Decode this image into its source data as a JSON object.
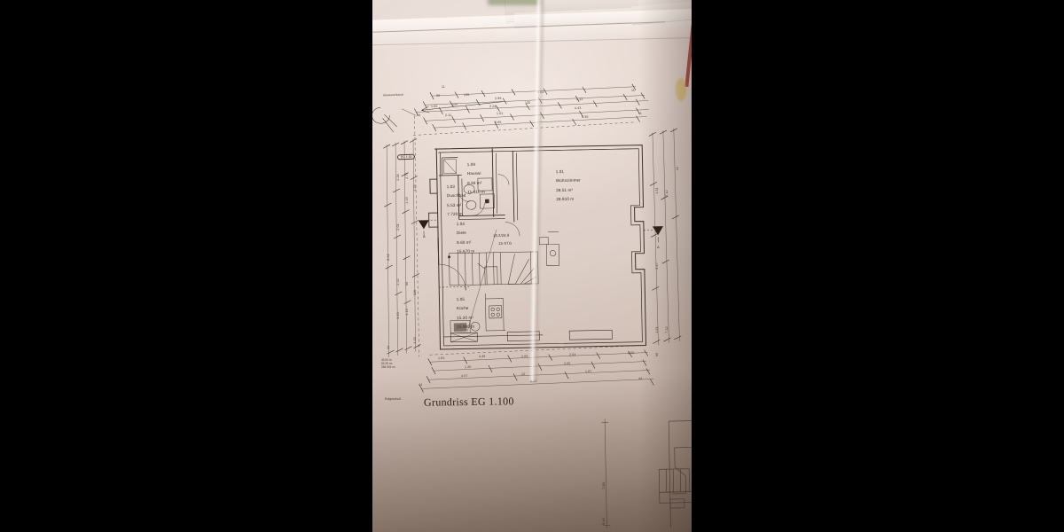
{
  "document": {
    "title": "Grundriss EG 1.100",
    "kind": "architectural-floor-plan-photo",
    "language": "de"
  },
  "annotations": {
    "sewer_label": "Abwasserkanal",
    "level_badge": "EG 1.00",
    "section_mark_left": "A",
    "section_mark_right": "A",
    "stair_note_ratio": "18.3/24.9",
    "stair_note_count": "15 STG",
    "bottom_left_block": [
      "40.00 m",
      "94.25 m²",
      "284.901 m²"
    ],
    "bottom_left_caption": "Erdgeschoß"
  },
  "rooms": [
    {
      "number": "1.01",
      "name": "Wohnzimmer",
      "area": "38.51 m²",
      "perimeter": "28.810 m"
    },
    {
      "number": "1.03",
      "name": "Duschbad",
      "area": "5.53 m²",
      "perimeter": "7.720 m"
    },
    {
      "number": "1.04",
      "name": "Diele",
      "area": "8.60 m²",
      "perimeter": "15.670 m"
    },
    {
      "number": "1.05",
      "name": "Küche",
      "area": "15.20 m²",
      "perimeter": "15.900 m"
    },
    {
      "number": "1.09",
      "name": "Hauswi",
      "area": "6.94 m²",
      "perimeter": "11.410 m"
    }
  ],
  "dimensions": {
    "top_chain_1": [
      "11"
    ],
    "top_chain_2": [
      "90",
      "135",
      "2.99",
      "8.62",
      "11"
    ],
    "top_chain_3": [
      "1.65",
      "125",
      "2.24",
      "125",
      "4.43"
    ],
    "top_chain_4": [
      "44",
      "2.11",
      "1.01",
      "4.43"
    ],
    "top_chain_5": [
      "2.65",
      "5.39",
      "11"
    ],
    "bottom_chain_1": [
      "1.81",
      "4.49",
      "2.69",
      "2.04",
      "1.56"
    ],
    "bottom_chain_2": [
      "1.26",
      "2.65"
    ],
    "bottom_chain_3": [
      "4.57",
      "12",
      "1.87"
    ],
    "bottom_chain_4": [
      "44",
      "8.62",
      "44"
    ],
    "left_chain_outer": [
      "8.62"
    ],
    "left_chain_mid": [
      "2.36",
      "2.01",
      "2.32"
    ],
    "left_chain_inner": [
      "2.71",
      "1.19",
      "1.26"
    ],
    "left_chain_lower": [
      "3.20",
      "1.13",
      "1.25",
      "44",
      "99",
      "126"
    ],
    "right_chain_upper": [
      "1.51",
      "7.12",
      "44"
    ],
    "right_chain_mid": [
      "3.47"
    ],
    "right_chain_lower": [
      "1.81",
      "7.12",
      "60"
    ],
    "bottom_right_vertical": [
      "7.00",
      "5.40"
    ]
  },
  "colors": {
    "paper": "#e4d6cf",
    "ink": "#3b2f28",
    "letterbox": "#000000",
    "red_sliver": "#a8352c"
  }
}
